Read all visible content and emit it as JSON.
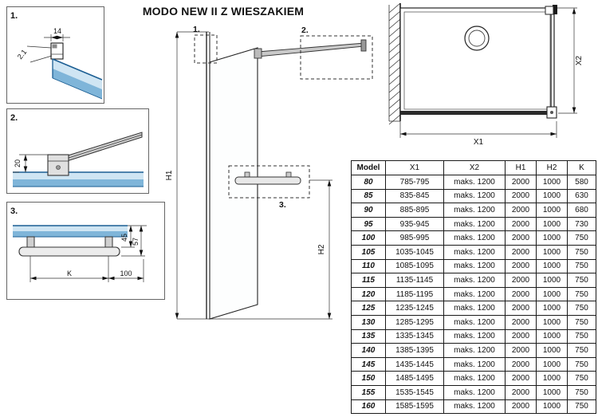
{
  "title": "MODO NEW II Z WIESZAKIEM",
  "colors": {
    "line": "#1a1a1a",
    "glass_light": "#cfe5f3",
    "glass_mid": "#7fb5d9",
    "glass_dark": "#1b5e93",
    "metal": "#d8d8d8"
  },
  "details": {
    "one": {
      "label": "1.",
      "width_dim": "14",
      "offset_dim": "2.1"
    },
    "two": {
      "label": "2.",
      "offset_dim": "20"
    },
    "three": {
      "label": "3.",
      "top_dim": "45",
      "bottom_dim": "57",
      "span_dim": "K",
      "end_dim": "100"
    }
  },
  "elevation": {
    "callout1": "1.",
    "callout2": "2.",
    "callout3": "3.",
    "height_dim": "H1",
    "hanger_dim": "H2"
  },
  "top_view": {
    "width_dim": "X1",
    "depth_dim": "X2"
  },
  "table": {
    "headers": [
      "Model",
      "X1",
      "X2",
      "H1",
      "H2",
      "K"
    ],
    "rows": [
      [
        "80",
        "785-795",
        "maks. 1200",
        "2000",
        "1000",
        "580"
      ],
      [
        "85",
        "835-845",
        "maks. 1200",
        "2000",
        "1000",
        "630"
      ],
      [
        "90",
        "885-895",
        "maks. 1200",
        "2000",
        "1000",
        "680"
      ],
      [
        "95",
        "935-945",
        "maks. 1200",
        "2000",
        "1000",
        "730"
      ],
      [
        "100",
        "985-995",
        "maks. 1200",
        "2000",
        "1000",
        "750"
      ],
      [
        "105",
        "1035-1045",
        "maks. 1200",
        "2000",
        "1000",
        "750"
      ],
      [
        "110",
        "1085-1095",
        "maks. 1200",
        "2000",
        "1000",
        "750"
      ],
      [
        "115",
        "1135-1145",
        "maks. 1200",
        "2000",
        "1000",
        "750"
      ],
      [
        "120",
        "1185-1195",
        "maks. 1200",
        "2000",
        "1000",
        "750"
      ],
      [
        "125",
        "1235-1245",
        "maks. 1200",
        "2000",
        "1000",
        "750"
      ],
      [
        "130",
        "1285-1295",
        "maks. 1200",
        "2000",
        "1000",
        "750"
      ],
      [
        "135",
        "1335-1345",
        "maks. 1200",
        "2000",
        "1000",
        "750"
      ],
      [
        "140",
        "1385-1395",
        "maks. 1200",
        "2000",
        "1000",
        "750"
      ],
      [
        "145",
        "1435-1445",
        "maks. 1200",
        "2000",
        "1000",
        "750"
      ],
      [
        "150",
        "1485-1495",
        "maks. 1200",
        "2000",
        "1000",
        "750"
      ],
      [
        "155",
        "1535-1545",
        "maks. 1200",
        "2000",
        "1000",
        "750"
      ],
      [
        "160",
        "1585-1595",
        "maks. 1200",
        "2000",
        "1000",
        "750"
      ]
    ]
  }
}
